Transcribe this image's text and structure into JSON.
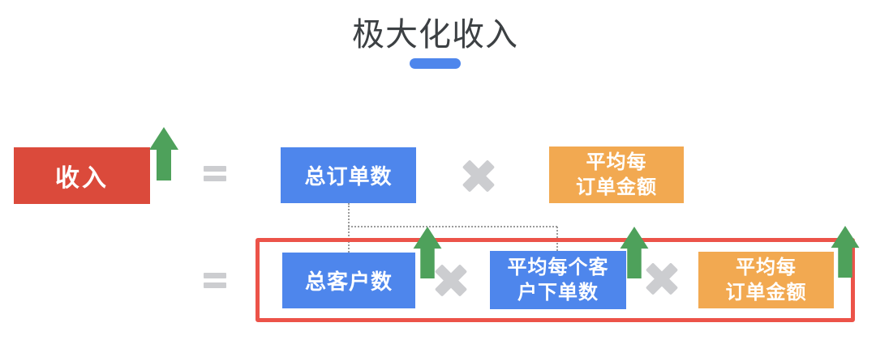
{
  "header": {
    "title": "极大化收入"
  },
  "symbols": {
    "equals": "=",
    "multiply": "×"
  },
  "colors": {
    "red-box": "#db4a3b",
    "blue-box": "#4e86ec",
    "orange-box": "#f2a951",
    "green-arrow": "#4ea15b",
    "operator-gray": "#cccdd0",
    "outline-red": "#ec5349",
    "dotted-gray": "#9b9b9b",
    "title-text": "#3c4043",
    "underline-blue": "#4e86ec"
  },
  "row1": {
    "revenue": "收入",
    "total_orders": "总订单数",
    "avg_order_value_line1": "平均每",
    "avg_order_value_line2": "订单金额"
  },
  "row2": {
    "total_customers": "总客户数",
    "avg_orders_per_customer_line1": "平均每个客",
    "avg_orders_per_customer_line2": "户下单数",
    "avg_order_value_line1": "平均每",
    "avg_order_value_line2": "订单金额"
  }
}
